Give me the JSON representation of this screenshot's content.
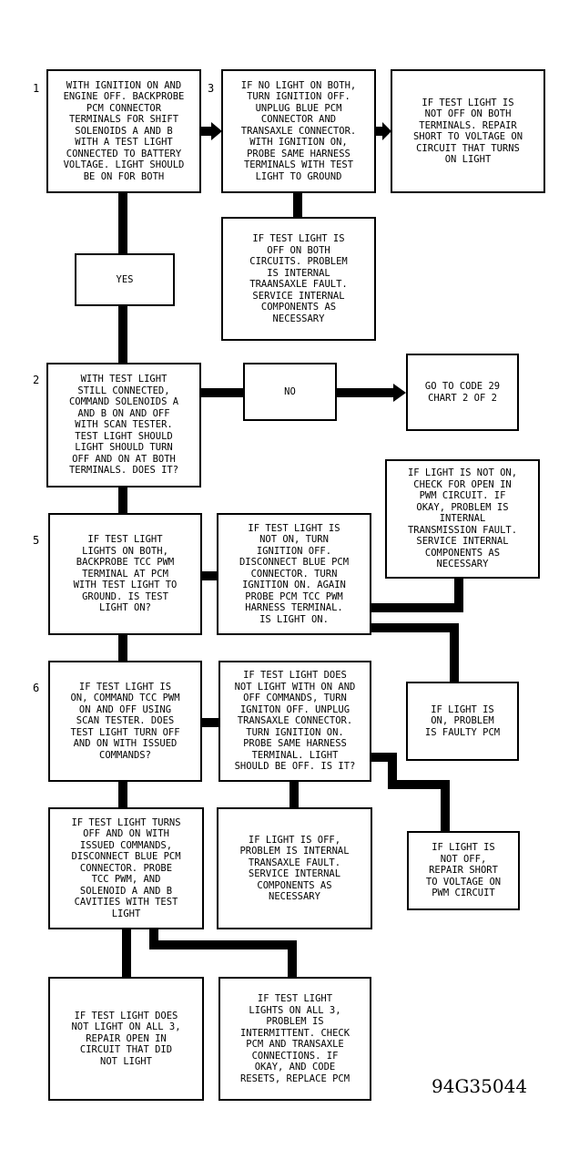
{
  "steps": {
    "s1": "1",
    "s3": "3",
    "s2": "2",
    "s5": "5",
    "s6": "6"
  },
  "boxes": {
    "b1": "WITH IGNITION ON AND\nENGINE OFF. BACKPROBE\nPCM CONNECTOR\nTERMINALS FOR SHIFT\nSOLENOIDS A AND B\nWITH A TEST LIGHT\nCONNECTED TO BATTERY\nVOLTAGE. LIGHT SHOULD\nBE ON FOR BOTH",
    "b3": "IF NO LIGHT ON BOTH,\nTURN IGNITION OFF.\nUNPLUG BLUE PCM\nCONNECTOR AND\nTRANSAXLE CONNECTOR.\nWITH IGNITION ON,\nPROBE SAME HARNESS\nTERMINALS WITH TEST\nLIGHT TO GROUND",
    "b_short1": "IF TEST LIGHT IS\nNOT OFF ON BOTH\nTERMINALS. REPAIR\nSHORT TO VOLTAGE ON\nCIRCUIT THAT TURNS\nON LIGHT",
    "b_internal1": "IF TEST LIGHT IS\nOFF ON BOTH\nCIRCUITS. PROBLEM\nIS INTERNAL\nTRAANSAXLE FAULT.\nSERVICE INTERNAL\nCOMPONENTS AS\nNECESSARY",
    "b_yes": "YES",
    "b2": "WITH TEST LIGHT\nSTILL CONNECTED,\nCOMMAND SOLENOIDS A\nAND B ON AND OFF\nWITH SCAN TESTER.\nTEST LIGHT SHOULD\nLIGHT SHOULD TURN\nOFF AND ON AT BOTH\nTERMINALS. DOES IT?",
    "b_no": "NO",
    "b_goto": "GO TO CODE 29\nCHART 2 OF 2",
    "b_open_pwm": "IF LIGHT IS NOT ON,\nCHECK FOR OPEN IN\nPWM CIRCUIT. IF\nOKAY, PROBLEM IS\nINTERNAL\nTRANSMISSION FAULT.\nSERVICE INTERNAL\nCOMPONENTS AS\nNECESSARY",
    "b5": "IF TEST LIGHT\nLIGHTS ON BOTH,\nBACKPROBE TCC PWM\nTERMINAL AT PCM\nWITH TEST LIGHT TO\nGROUND. IS TEST\nLIGHT ON?",
    "b5r": "IF TEST LIGHT IS\nNOT ON, TURN\nIGNITION OFF.\nDISCONNECT BLUE PCM\nCONNECTOR. TURN\nIGNITION ON. AGAIN\nPROBE PCM TCC PWM\nHARNESS TERMINAL.\nIS LIGHT ON.",
    "b_faulty": "IF LIGHT IS\nON, PROBLEM\nIS FAULTY PCM",
    "b6": "IF TEST LIGHT IS\nON, COMMAND TCC PWM\nON AND OFF USING\nSCAN TESTER. DOES\nTEST LIGHT TURN OFF\nAND ON WITH ISSUED\nCOMMANDS?",
    "b6r": "IF TEST LIGHT DOES\nNOT LIGHT WITH ON AND\nOFF COMMANDS, TURN\nIGNITON OFF. UNPLUG\nTRANSAXLE CONNECTOR.\nTURN IGNITION ON.\nPROBE SAME HARNESS\nTERMINAL. LIGHT\nSHOULD BE OFF. IS IT?",
    "b7": "IF TEST LIGHT TURNS\nOFF AND ON WITH\nISSUED COMMANDS,\nDISCONNECT BLUE PCM\nCONNECTOR. PROBE\nTCC PWM, AND\nSOLENOID A AND B\nCAVITIES WITH TEST\nLIGHT",
    "b_internal2": "IF LIGHT IS OFF,\nPROBLEM IS INTERNAL\nTRANSAXLE FAULT.\nSERVICE INTERNAL\nCOMPONENTS AS\nNECESSARY",
    "b_short2": "IF LIGHT IS\nNOT OFF,\nREPAIR SHORT\nTO VOLTAGE ON\nPWM CIRCUIT",
    "b_open3": "IF TEST LIGHT DOES\nNOT LIGHT ON ALL 3,\nREPAIR OPEN IN\nCIRCUIT THAT DID\nNOT LIGHT",
    "b_intermittent": "IF TEST LIGHT\nLIGHTS ON ALL 3,\nPROBLEM IS\nINTERMITTENT. CHECK\nPCM AND TRANSAXLE\nCONNECTIONS. IF\nOKAY, AND CODE\nRESETS, REPLACE PCM"
  },
  "figure_code": "94G35044"
}
